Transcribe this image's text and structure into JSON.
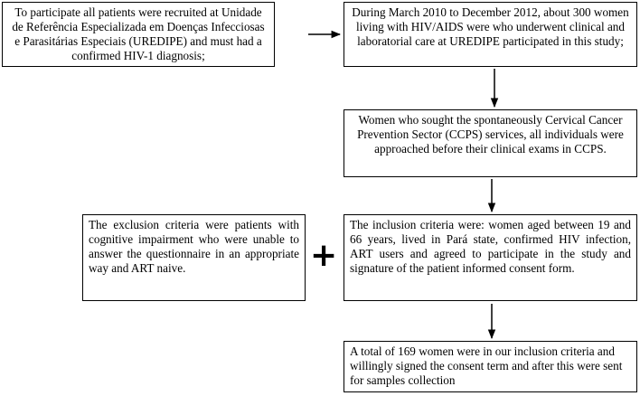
{
  "boxes": {
    "recruitment": "To participate all patients were recruited at Unidade de Referência Especializada em Doenças Infecciosas e Parasitárias Especiais (UREDIPE) and must had a confirmed HIV-1 diagnosis;",
    "period": "During March 2010 to December 2012, about 300 women living with HIV/AIDS were who underwent clinical and laboratorial care at UREDIPE participated in this study;",
    "ccps": "Women who sought the spontaneously Cervical Cancer Prevention Sector (CCPS) services, all individuals were approached before their clinical exams in CCPS.",
    "exclusion": "The exclusion criteria were patients with cognitive impairment who were unable to answer the questionnaire in an appropriate way and ART naive.",
    "inclusion": "The inclusion criteria were: women aged between 19 and 66 years, lived in Pará state, confirmed HIV infection, ART users and agreed to participate in the study and signature of the patient informed consent form.",
    "total": "A total of 169 women were in our inclusion criteria and willingly signed the consent term and after this were sent for samples collection"
  },
  "plus_symbol": "+"
}
